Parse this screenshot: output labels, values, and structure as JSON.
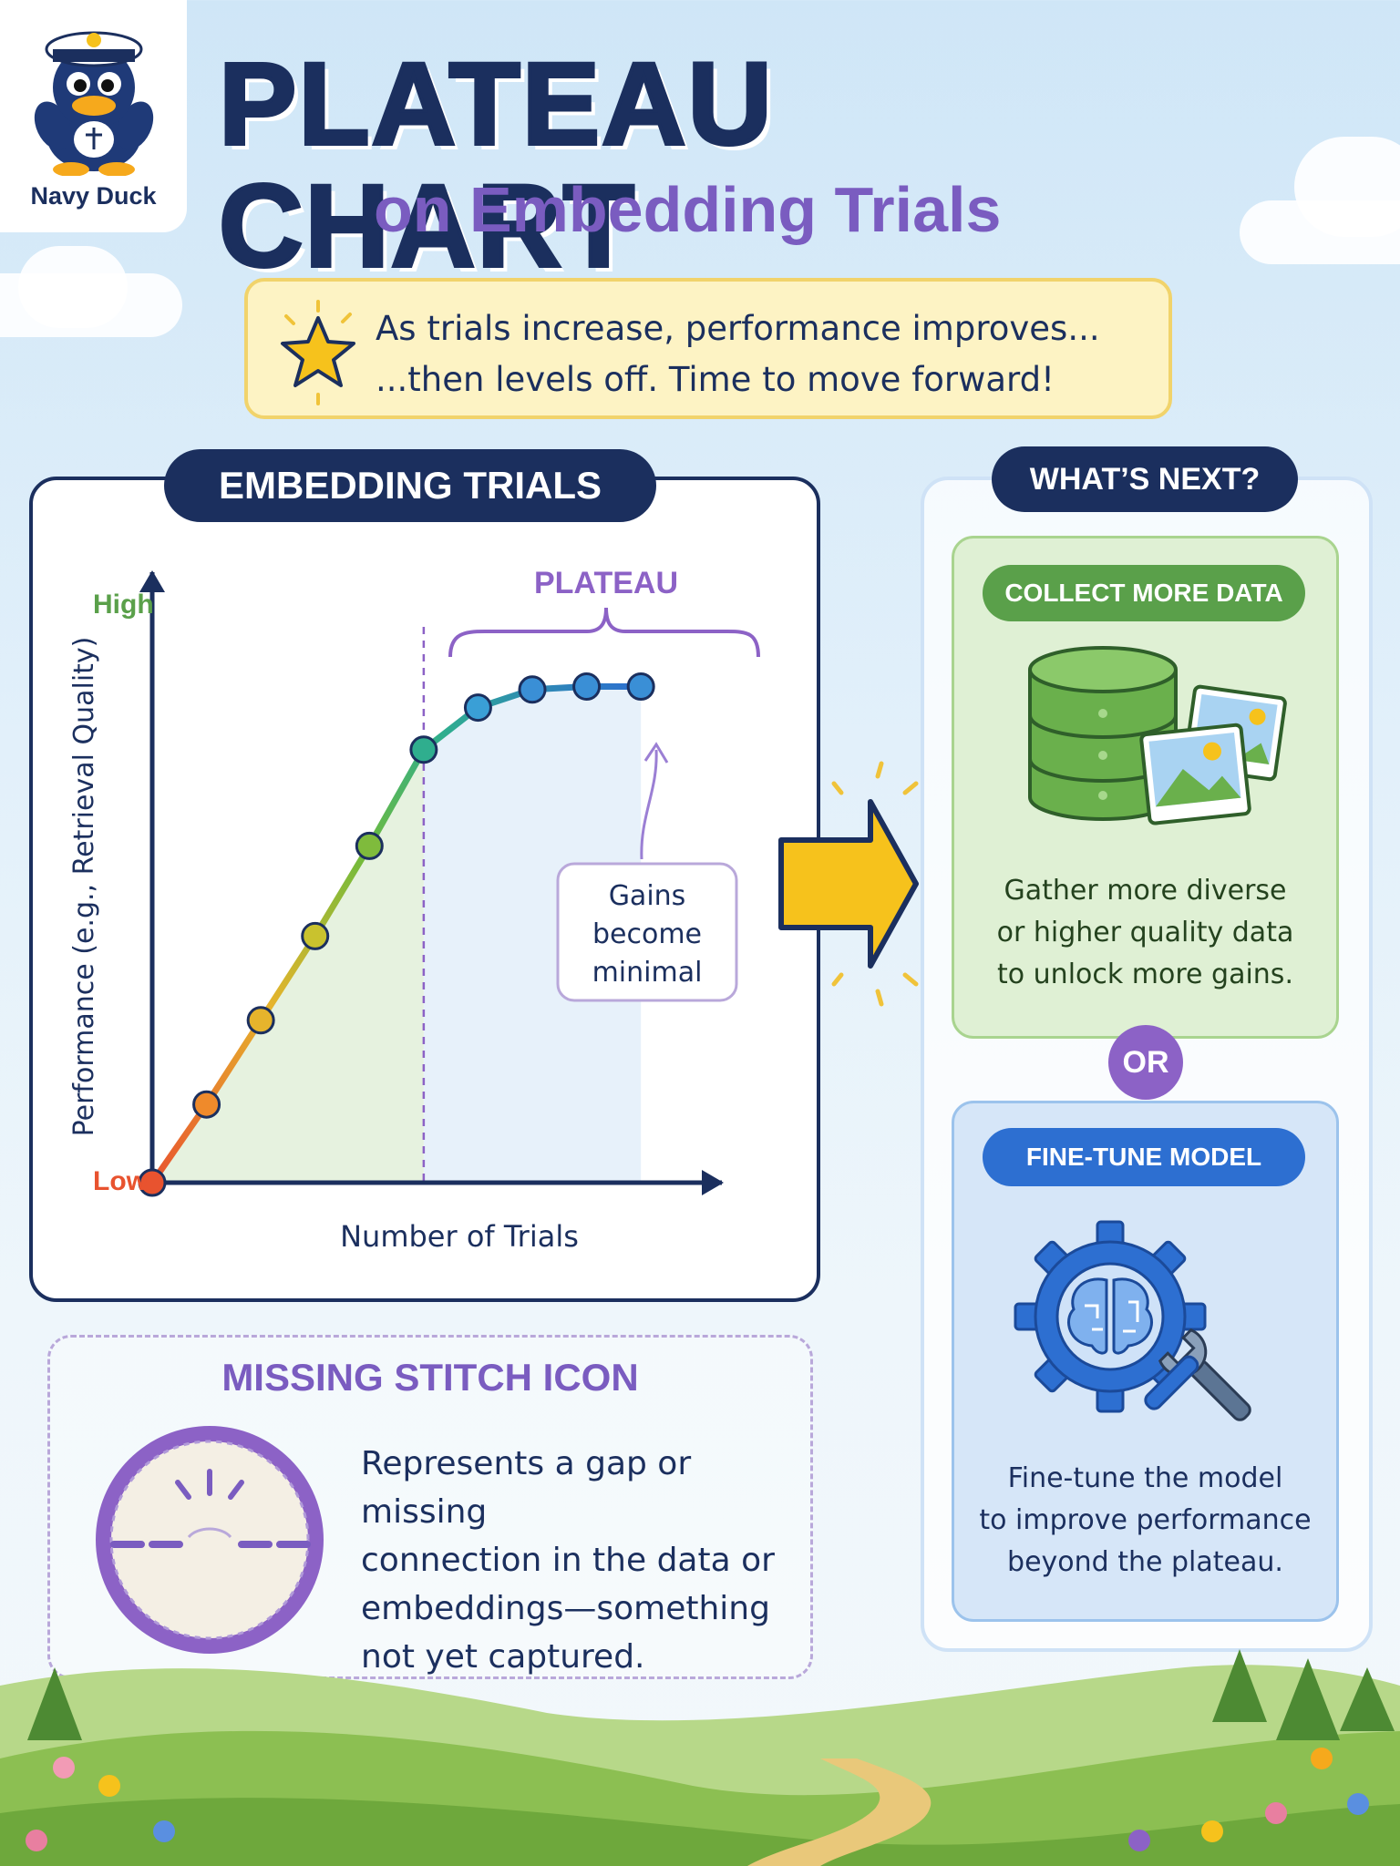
{
  "brand": {
    "name": "Navy Duck"
  },
  "title": "PLATEAU CHART",
  "subtitle": "on Embedding Trials",
  "callout": {
    "line1": "As trials increase, performance improves...",
    "line2": "...then levels off. Time to move forward!"
  },
  "chart_panel": {
    "heading": "EMBEDDING TRIALS",
    "annotation": {
      "line1": "Gains",
      "line2": "become",
      "line3": "minimal"
    }
  },
  "chart_data": {
    "type": "line",
    "title": "",
    "xlabel": "Number of Trials",
    "ylabel": "Performance (e.g., Retrieval Quality)",
    "y_tick_labels": {
      "high": "High",
      "low": "Low"
    },
    "region_label": "PLATEAU",
    "points": [
      {
        "x": 0,
        "y": 0.0
      },
      {
        "x": 1,
        "y": 0.13
      },
      {
        "x": 2,
        "y": 0.27
      },
      {
        "x": 3,
        "y": 0.41
      },
      {
        "x": 4,
        "y": 0.56
      },
      {
        "x": 5,
        "y": 0.72
      },
      {
        "x": 6,
        "y": 0.79
      },
      {
        "x": 7,
        "y": 0.82
      },
      {
        "x": 8,
        "y": 0.825
      },
      {
        "x": 9,
        "y": 0.825
      }
    ],
    "point_colors": [
      "#e8532f",
      "#ef8a2b",
      "#e6b42c",
      "#c9c22e",
      "#7fbb3c",
      "#2fae8e",
      "#3a9fd6",
      "#3a8fd6",
      "#3a8fd6",
      "#3a8fd6"
    ],
    "plateau_start_x": 5,
    "xlim": [
      0,
      9.4
    ],
    "ylim": [
      0,
      1
    ]
  },
  "next_panel": {
    "heading": "WHAT’S NEXT?",
    "option1": {
      "label": "COLLECT MORE DATA",
      "line1": "Gather more diverse",
      "line2": "or higher quality data",
      "line3": "to unlock more gains.",
      "icon": "database-with-images-icon"
    },
    "separator": "OR",
    "option2": {
      "label": "FINE-TUNE MODEL",
      "line1": "Fine-tune the model",
      "line2": "to improve performance",
      "line3": "beyond the plateau.",
      "icon": "brain-gear-wrench-icon"
    }
  },
  "stitch_panel": {
    "heading": "MISSING STITCH ICON",
    "line1": "Represents a gap or missing",
    "line2": "connection in the data or",
    "line3": "embeddings—something",
    "line4": "not yet captured."
  },
  "colors": {
    "navy": "#1b2f5e",
    "purple": "#7a5cc0",
    "green": "#5aa04a",
    "blue": "#2d6fd1",
    "yellow": "#f6c21c"
  }
}
